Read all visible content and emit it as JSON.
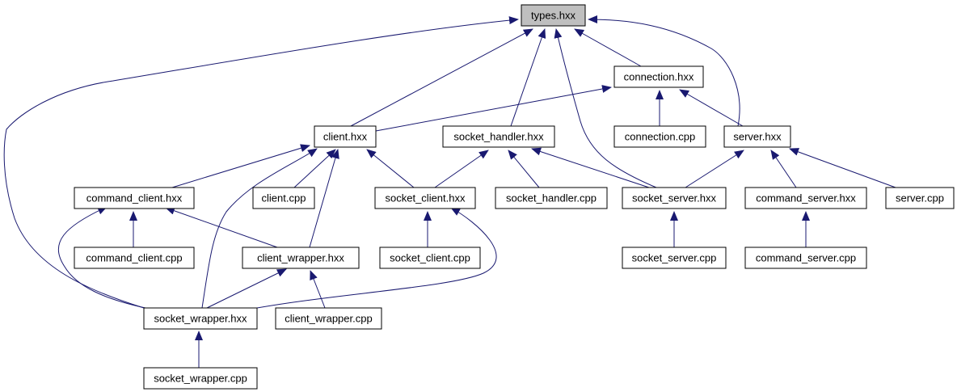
{
  "colors": {
    "edge": "#191970",
    "root_fill": "#bfbfbf",
    "node_fill": "#ffffff",
    "border": "#000000"
  },
  "nodes": [
    {
      "id": "types_hxx",
      "label": "types.hxx",
      "highlighted": true
    },
    {
      "id": "connection_hxx",
      "label": "connection.hxx"
    },
    {
      "id": "client_hxx",
      "label": "client.hxx"
    },
    {
      "id": "socket_handler_hxx",
      "label": "socket_handler.hxx"
    },
    {
      "id": "connection_cpp",
      "label": "connection.cpp"
    },
    {
      "id": "server_hxx",
      "label": "server.hxx"
    },
    {
      "id": "command_client_hxx",
      "label": "command_client.hxx"
    },
    {
      "id": "client_cpp",
      "label": "client.cpp"
    },
    {
      "id": "socket_client_hxx",
      "label": "socket_client.hxx"
    },
    {
      "id": "socket_handler_cpp",
      "label": "socket_handler.cpp"
    },
    {
      "id": "socket_server_hxx",
      "label": "socket_server.hxx"
    },
    {
      "id": "command_server_hxx",
      "label": "command_server.hxx"
    },
    {
      "id": "server_cpp",
      "label": "server.cpp"
    },
    {
      "id": "command_client_cpp",
      "label": "command_client.cpp"
    },
    {
      "id": "client_wrapper_hxx",
      "label": "client_wrapper.hxx"
    },
    {
      "id": "socket_client_cpp",
      "label": "socket_client.cpp"
    },
    {
      "id": "socket_server_cpp",
      "label": "socket_server.cpp"
    },
    {
      "id": "command_server_cpp",
      "label": "command_server.cpp"
    },
    {
      "id": "socket_wrapper_hxx",
      "label": "socket_wrapper.hxx"
    },
    {
      "id": "client_wrapper_cpp",
      "label": "client_wrapper.cpp"
    },
    {
      "id": "socket_wrapper_cpp",
      "label": "socket_wrapper.cpp"
    }
  ],
  "edges": [
    {
      "from": "connection_hxx",
      "to": "types_hxx"
    },
    {
      "from": "client_hxx",
      "to": "types_hxx"
    },
    {
      "from": "socket_handler_hxx",
      "to": "types_hxx"
    },
    {
      "from": "socket_server_hxx",
      "to": "types_hxx"
    },
    {
      "from": "server_hxx",
      "to": "types_hxx"
    },
    {
      "from": "socket_wrapper_hxx",
      "to": "types_hxx"
    },
    {
      "from": "client_hxx",
      "to": "connection_hxx"
    },
    {
      "from": "connection_cpp",
      "to": "connection_hxx"
    },
    {
      "from": "server_hxx",
      "to": "connection_hxx"
    },
    {
      "from": "command_client_hxx",
      "to": "client_hxx"
    },
    {
      "from": "client_cpp",
      "to": "client_hxx"
    },
    {
      "from": "socket_wrapper_hxx",
      "to": "client_hxx"
    },
    {
      "from": "client_wrapper_hxx",
      "to": "client_hxx"
    },
    {
      "from": "socket_client_hxx",
      "to": "client_hxx"
    },
    {
      "from": "socket_client_hxx",
      "to": "socket_handler_hxx"
    },
    {
      "from": "socket_handler_cpp",
      "to": "socket_handler_hxx"
    },
    {
      "from": "socket_server_hxx",
      "to": "socket_handler_hxx"
    },
    {
      "from": "socket_server_hxx",
      "to": "server_hxx"
    },
    {
      "from": "command_server_hxx",
      "to": "server_hxx"
    },
    {
      "from": "server_cpp",
      "to": "server_hxx"
    },
    {
      "from": "command_client_cpp",
      "to": "command_client_hxx"
    },
    {
      "from": "client_wrapper_hxx",
      "to": "command_client_hxx"
    },
    {
      "from": "socket_wrapper_hxx",
      "to": "command_client_hxx"
    },
    {
      "from": "socket_client_cpp",
      "to": "socket_client_hxx"
    },
    {
      "from": "socket_wrapper_hxx",
      "to": "socket_client_hxx"
    },
    {
      "from": "socket_server_cpp",
      "to": "socket_server_hxx"
    },
    {
      "from": "command_server_cpp",
      "to": "command_server_hxx"
    },
    {
      "from": "socket_wrapper_hxx",
      "to": "client_wrapper_hxx"
    },
    {
      "from": "client_wrapper_cpp",
      "to": "client_wrapper_hxx"
    },
    {
      "from": "socket_wrapper_cpp",
      "to": "socket_wrapper_hxx"
    }
  ]
}
